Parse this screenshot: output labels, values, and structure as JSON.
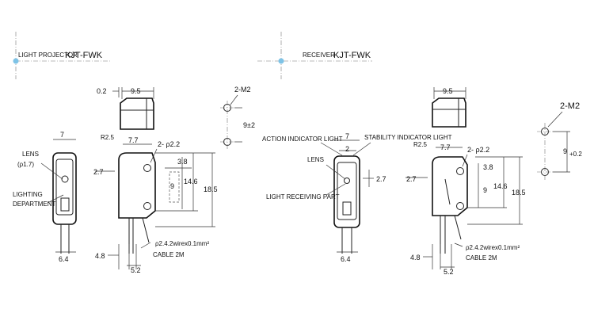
{
  "projector": {
    "title_prefix": "LIGHT PROJECTOR",
    "title_model": "KJT-FWK",
    "lens": "LENS",
    "lens_dia": "(ρ1.7)",
    "lighting_1": "LIGHTING",
    "lighting_2": "DEPARTMENT",
    "dim_0_2": "0.2",
    "dim_9_5": "9.5",
    "dim_7": "7",
    "dim_r25": "R2.5",
    "dim_77": "7.7",
    "dim_hole": "2- ρ2.2",
    "dim_27": "2.7",
    "dim_38": "3.8",
    "dim_9": "9",
    "dim_146": "14.6",
    "dim_185": "18.5",
    "dim_64": "6.4",
    "dim_48": "4.8",
    "dim_52": "5.2",
    "wire": "ρ2.4.2wirex0.1mm²",
    "cable": "CABLE 2M",
    "mount_label": "2-M2",
    "mount_dim": "9±2"
  },
  "receiver": {
    "title_prefix": "RECEIVER",
    "title_model": "KJT-FWK",
    "action": "ACTION INDICATOR LIGHT",
    "stability": "STABILITY INDICATOR LIGHT",
    "lens": "LENS",
    "receiving": "LIGHT RECEIVING PART",
    "dim_9_5": "9.5",
    "dim_7": "7",
    "dim_2": "2",
    "dim_27a": "2.7",
    "dim_27b": "2.7",
    "dim_r25": "R2.5",
    "dim_77": "7.7",
    "dim_hole": "2- ρ2.2",
    "dim_38": "3.8",
    "dim_9": "9",
    "dim_146": "14.6",
    "dim_185": "18.5",
    "dim_64": "6.4",
    "dim_48": "4.8",
    "dim_52": "5.2",
    "wire": "ρ2.4.2wirex0.1mm²",
    "cable": "CABLE 2M",
    "mount_label": "2-M2",
    "mount_dim": "9",
    "mount_tol": "+0.2"
  },
  "colors": {
    "marker": "#7ec3e6",
    "line": "#222222"
  }
}
